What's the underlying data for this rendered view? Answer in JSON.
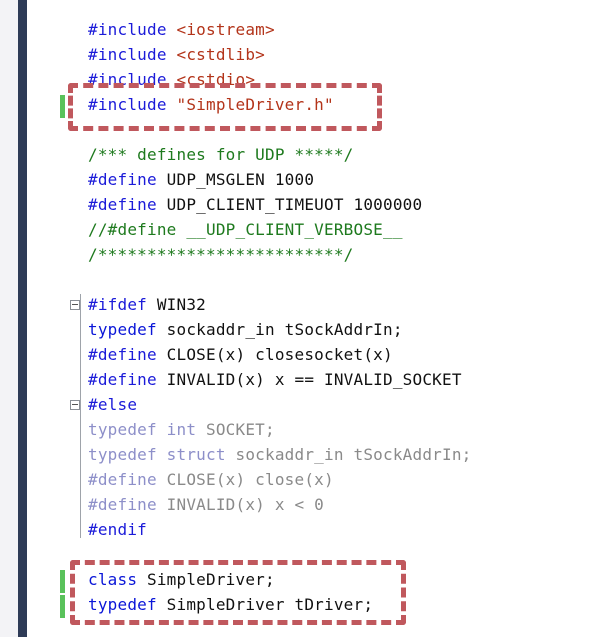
{
  "lines": [
    [
      {
        "k": "directive",
        "t": "#include "
      },
      {
        "k": "string",
        "t": "<iostream>"
      }
    ],
    [
      {
        "k": "directive",
        "t": "#include "
      },
      {
        "k": "string",
        "t": "<cstdlib>"
      }
    ],
    [
      {
        "k": "directive",
        "t": "#include "
      },
      {
        "k": "string",
        "t": "<cstdio>"
      }
    ],
    [
      {
        "k": "directive",
        "t": "#include "
      },
      {
        "k": "string",
        "t": "\"SimpleDriver.h\""
      }
    ],
    [],
    [
      {
        "k": "comment",
        "t": "/*** defines for UDP *****/"
      }
    ],
    [
      {
        "k": "directive",
        "t": "#define"
      },
      {
        "k": "text",
        "t": " UDP_MSGLEN 1000"
      }
    ],
    [
      {
        "k": "directive",
        "t": "#define"
      },
      {
        "k": "text",
        "t": " UDP_CLIENT_TIMEUOT 1000000"
      }
    ],
    [
      {
        "k": "comment",
        "t": "//#define __UDP_CLIENT_VERBOSE__"
      }
    ],
    [
      {
        "k": "comment",
        "t": "/*************************/"
      }
    ],
    [],
    [
      {
        "k": "directive",
        "t": "#ifdef"
      },
      {
        "k": "text",
        "t": " WIN32"
      }
    ],
    [
      {
        "k": "keyword",
        "t": "typedef"
      },
      {
        "k": "text",
        "t": " sockaddr_in tSockAddrIn;"
      }
    ],
    [
      {
        "k": "directive",
        "t": "#define"
      },
      {
        "k": "text",
        "t": " CLOSE(x) closesocket(x)"
      }
    ],
    [
      {
        "k": "directive",
        "t": "#define"
      },
      {
        "k": "text",
        "t": " INVALID(x) x == INVALID_SOCKET"
      }
    ],
    [
      {
        "k": "directive",
        "t": "#else"
      }
    ],
    [
      {
        "k": "keyword",
        "t": "typedef int"
      },
      {
        "k": "text",
        "t": " SOCKET;"
      }
    ],
    [
      {
        "k": "keyword",
        "t": "typedef struct"
      },
      {
        "k": "text",
        "t": " sockaddr_in tSockAddrIn;"
      }
    ],
    [
      {
        "k": "directive",
        "t": "#define"
      },
      {
        "k": "text",
        "t": " CLOSE(x) close(x)"
      }
    ],
    [
      {
        "k": "directive",
        "t": "#define"
      },
      {
        "k": "text",
        "t": " INVALID(x) x < 0"
      }
    ],
    [
      {
        "k": "directive",
        "t": "#endif"
      }
    ],
    [],
    [
      {
        "k": "keyword",
        "t": "class"
      },
      {
        "k": "text",
        "t": " SimpleDriver;"
      }
    ],
    [
      {
        "k": "keyword",
        "t": "typedef"
      },
      {
        "k": "text",
        "t": " SimpleDriver tDriver;"
      }
    ]
  ],
  "inactive_lines": [
    16,
    17,
    18,
    19
  ],
  "fold_lines": [
    11,
    15
  ],
  "changed_lines": [
    3,
    22,
    23
  ],
  "colors": {
    "keyword": "#0a16d8",
    "string": "#b3341a",
    "comment": "#1e7a1e",
    "text": "#111111",
    "change_marker": "#59c25b",
    "highlight_border": "#c0585d",
    "left_rule": "#2e3b57"
  }
}
